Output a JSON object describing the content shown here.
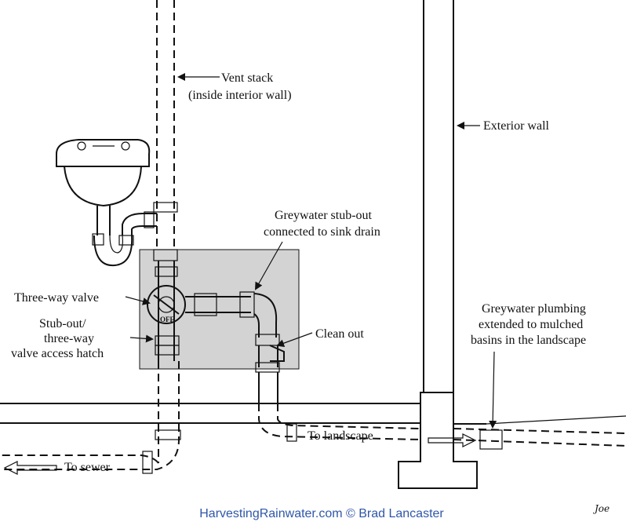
{
  "labels": {
    "vent_stack_1": "Vent stack",
    "vent_stack_2": "(inside interior wall)",
    "exterior_wall": "Exterior wall",
    "stubout_1": "Greywater stub-out",
    "stubout_2": "connected to sink drain",
    "three_way_valve": "Three-way valve",
    "hatch_1": "Stub-out/",
    "hatch_2": "three-way",
    "hatch_3": "valve access hatch",
    "clean_out": "Clean out",
    "plumbing_1": "Greywater plumbing",
    "plumbing_2": "extended to mulched",
    "plumbing_3": "basins in the landscape",
    "to_landscape": "To landscape",
    "to_sewer": "To sewer",
    "valve_off": "OFF",
    "signature": "Joe"
  },
  "footer": {
    "credit": "HarvestingRainwater.com © Brad Lancaster"
  },
  "colors": {
    "ink": "#111111",
    "hatch_fill": "#d3d3d3",
    "footer_text": "#2f57a8",
    "background": "#ffffff"
  }
}
